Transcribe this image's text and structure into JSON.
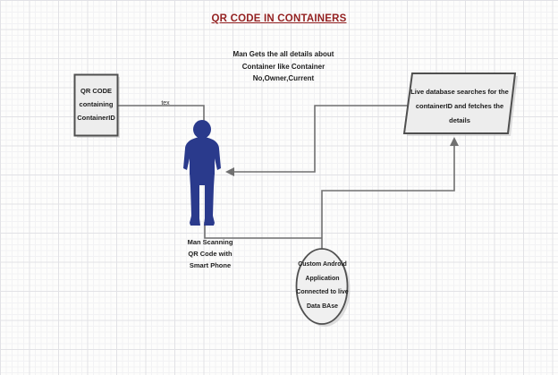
{
  "title": {
    "text": "QR CODE IN CONTAINERS"
  },
  "note": {
    "lines": [
      "Man Gets the all details about",
      "Container like Container",
      "No,Owner,Current"
    ]
  },
  "nodes": {
    "qr_box": {
      "lines": [
        "QR CODE",
        "containing",
        "ContainerID"
      ]
    },
    "database": {
      "lines": [
        "Live database searches for the",
        "containerID and fetches the",
        "details"
      ]
    },
    "app_ellipse": {
      "lines": [
        "Custom Android",
        "Application",
        "Connected to live",
        "Data BAse"
      ]
    },
    "person": {
      "caption_lines": [
        "Man Scanning",
        "QR Code with",
        "Smart Phone"
      ]
    }
  },
  "connectors": {
    "qr_to_person_label": "tex"
  },
  "colors": {
    "title_red": "#942222",
    "person_fill": "#2A3A8C",
    "shape_fill": "#EDEDED",
    "shape_border": "#4F4F4F",
    "connector_gray": "#707070"
  }
}
